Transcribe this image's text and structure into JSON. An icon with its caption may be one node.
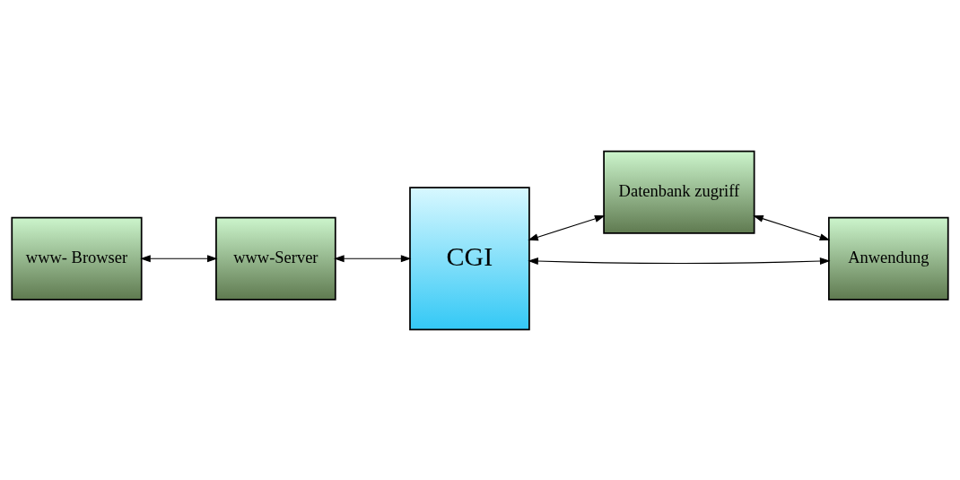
{
  "diagram": {
    "nodes": [
      {
        "text": [
          "www- Browser"
        ]
      },
      {
        "text": [
          "Datenbank zugriff"
        ]
      },
      {
        "text": [
          "CGI"
        ]
      },
      {
        "text": [
          "www-Server"
        ]
      },
      {
        "text": [
          "Anwendung"
        ]
      }
    ],
    "edges": [
      {
        "from": 0,
        "to": 3,
        "arrow": "both"
      },
      {
        "from": 3,
        "to": 2,
        "arrow": "both"
      },
      {
        "from": 2,
        "to": 1,
        "arrow": "both"
      },
      {
        "from": 2,
        "to": 4,
        "arrow": "both"
      },
      {
        "from": 1,
        "to": 4,
        "arrow": "both"
      }
    ]
  }
}
